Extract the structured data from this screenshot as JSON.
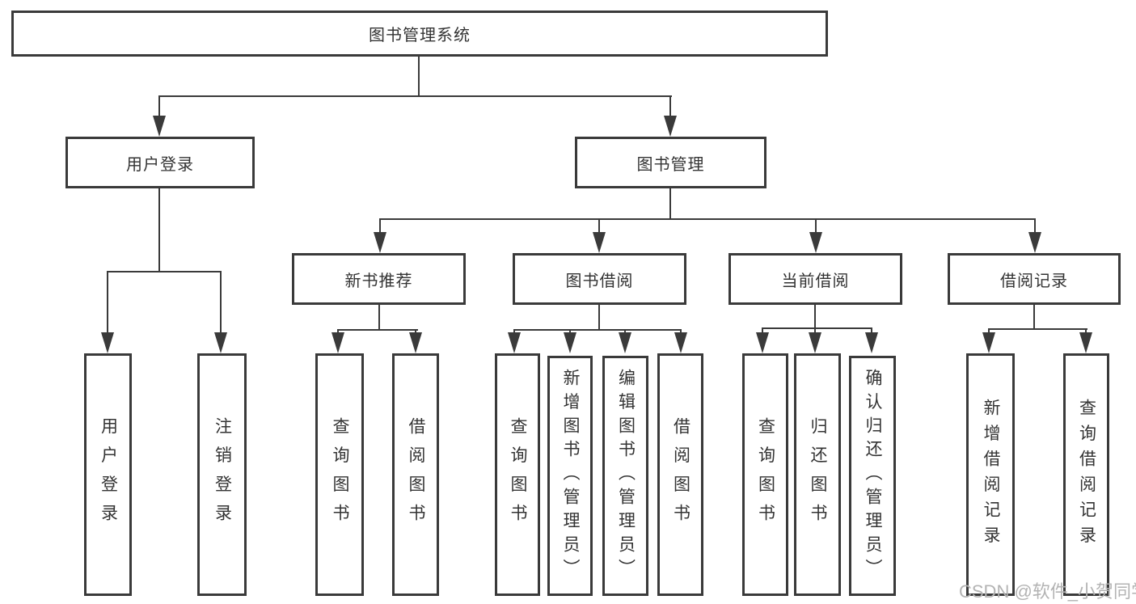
{
  "root": {
    "label": "图书管理系统"
  },
  "branches": {
    "user_login": {
      "label": "用户登录",
      "children": [
        {
          "label": "用户登录"
        },
        {
          "label": "注销登录"
        }
      ]
    },
    "book_mgmt": {
      "label": "图书管理",
      "children": [
        {
          "label": "新书推荐",
          "children": [
            {
              "label": "查询图书"
            },
            {
              "label": "借阅图书"
            }
          ]
        },
        {
          "label": "图书借阅",
          "children": [
            {
              "label": "查询图书"
            },
            {
              "label": "新增图书（管理员）"
            },
            {
              "label": "编辑图书（管理员）"
            },
            {
              "label": "借阅图书"
            }
          ]
        },
        {
          "label": "当前借阅",
          "children": [
            {
              "label": "查询图书"
            },
            {
              "label": "归还图书"
            },
            {
              "label": "确认归还（管理员）"
            }
          ]
        },
        {
          "label": "借阅记录",
          "children": [
            {
              "label": "新增借阅记录"
            },
            {
              "label": "查询借阅记录"
            }
          ]
        }
      ]
    }
  },
  "watermark": {
    "text": "CSDN @软件_小贺同学"
  },
  "colors": {
    "line": "#3a3a3a",
    "text": "#333333",
    "watermark": "#b3b3b3",
    "background": "#ffffff"
  }
}
